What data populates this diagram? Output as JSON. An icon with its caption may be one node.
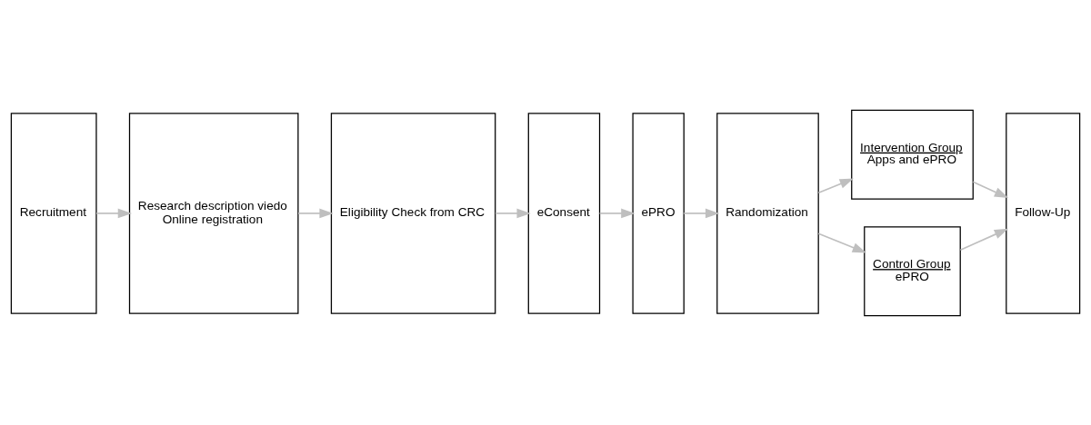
{
  "diagram": {
    "nodes": [
      {
        "text": [
          "Recruitment"
        ]
      },
      {
        "text": [
          "Research description viedo",
          "Online registration"
        ]
      },
      {
        "text": [
          "Eligibility Check from CRC"
        ]
      },
      {
        "text": [
          "eConsent"
        ]
      },
      {
        "text": [
          "ePRO"
        ]
      },
      {
        "text": [
          "Randomization"
        ]
      },
      {
        "text": [
          "Intervention Group",
          "Apps and ePRO"
        ]
      },
      {
        "text": [
          "Control Group",
          "ePRO"
        ]
      },
      {
        "text": [
          "Follow-Up"
        ]
      }
    ],
    "edges": [
      {
        "from": 0,
        "to": 1,
        "arrow": "to"
      },
      {
        "from": 1,
        "to": 2,
        "arrow": "to"
      },
      {
        "from": 2,
        "to": 3,
        "arrow": "to"
      },
      {
        "from": 3,
        "to": 4,
        "arrow": "to"
      },
      {
        "from": 4,
        "to": 5,
        "arrow": "to"
      },
      {
        "from": 5,
        "to": 6,
        "arrow": "to"
      },
      {
        "from": 5,
        "to": 7,
        "arrow": "to"
      },
      {
        "from": 6,
        "to": 8,
        "arrow": "to"
      },
      {
        "from": 7,
        "to": 8,
        "arrow": "to"
      }
    ]
  }
}
